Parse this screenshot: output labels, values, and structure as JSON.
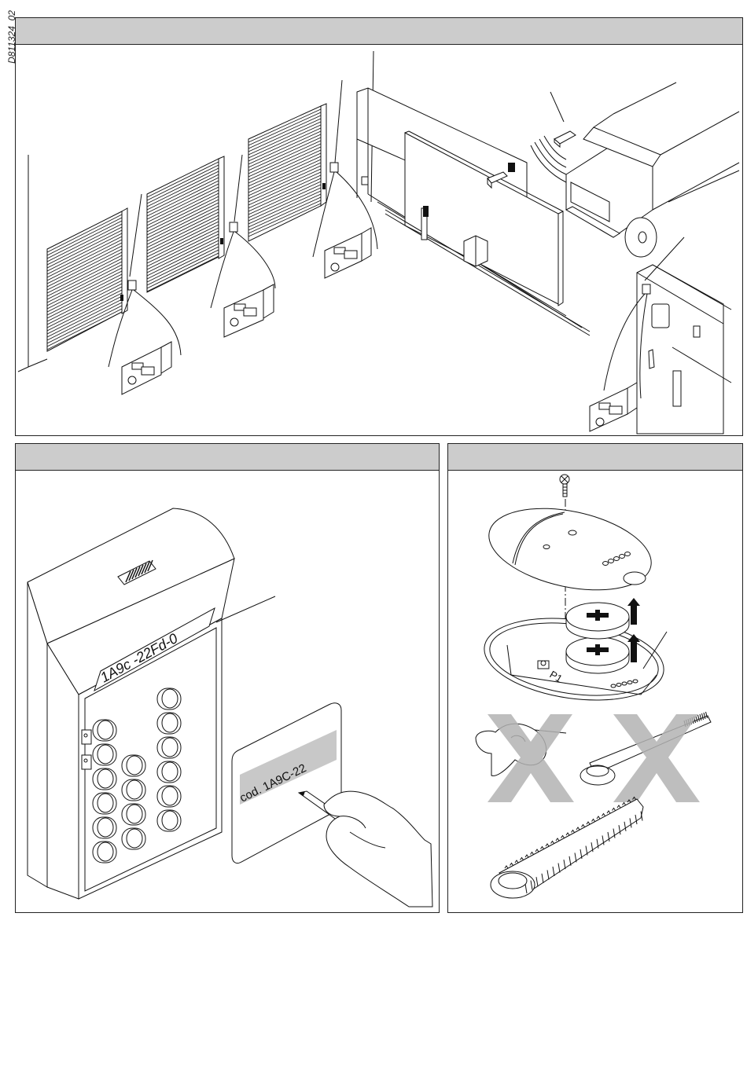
{
  "document": {
    "drawing_id": "D811324_02"
  },
  "panels": [
    {
      "id": "installation-overview",
      "header": ""
    },
    {
      "id": "keypad-code",
      "header": ""
    },
    {
      "id": "transponder-battery",
      "header": ""
    }
  ],
  "keypad": {
    "display_text": "1A9c -22Fd-0",
    "card_text": "cod. 1A9C-22"
  },
  "transponder": {
    "button_label": "P1"
  },
  "colors": {
    "header_bg": "#cccccc",
    "cross_mark": "#b3b3b3",
    "card_stripe": "#c8c8c8"
  }
}
